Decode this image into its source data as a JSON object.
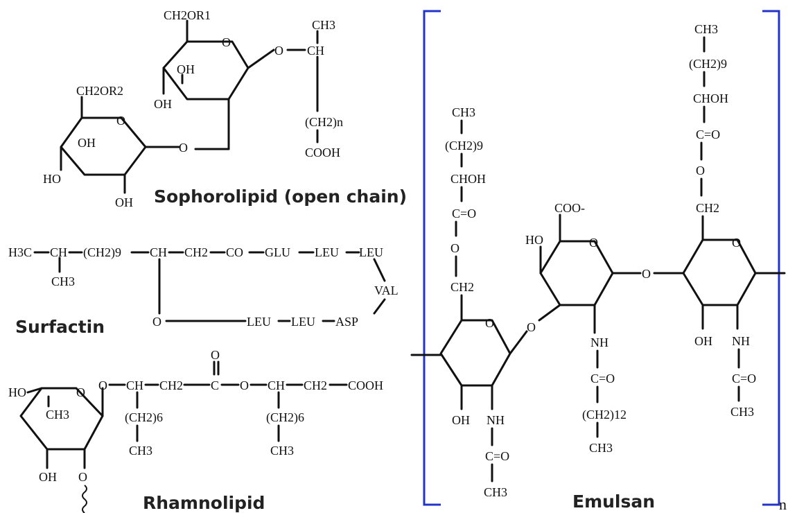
{
  "labels": {
    "sophorolipid": "Sophorolipid (open chain)",
    "surfactin": "Surfactin",
    "rhamnolipid": "Rhamnolipid",
    "emulsan": "Emulsan",
    "repeat_n": "n"
  },
  "sophorolipid": {
    "ch2or1": "CH2OR1",
    "ch2or2": "CH2OR2",
    "ch3": "CH3",
    "ch": "CH",
    "ch2n": "(CH2)n",
    "cooh": "COOH",
    "oh_upper_1": "OH",
    "oh_upper_2": "OH",
    "oh_lower_1": "OH",
    "ho_lower": "HO",
    "oh_lower_2": "OH",
    "o_link_top": "O",
    "o_link_bottom": "O"
  },
  "surfactin": {
    "h3c": "H3C",
    "ch_1": "CH",
    "ch3": "CH3",
    "ch2_9": "(CH2)9",
    "ch_2": "CH",
    "ch2": "CH2",
    "co": "CO",
    "glu": "GLU",
    "leu_1": "LEU",
    "leu_2": "LEU",
    "val": "VAL",
    "o": "O",
    "leu_3": "LEU",
    "leu_4": "LEU",
    "asp": "ASP"
  },
  "rhamnolipid": {
    "ho": "HO",
    "ch3": "CH3",
    "oh": "OH",
    "o_ring": "O",
    "o_link": "O",
    "o_bottom": "O",
    "ch_1": "CH",
    "ch2_1": "CH2",
    "c": "C",
    "o_carbonyl": "O",
    "o_ester": "O",
    "ch_2": "CH",
    "ch2_2": "CH2",
    "cooh": "COOH",
    "ch2_6_a": "(CH2)6",
    "ch3_a": "CH3",
    "ch2_6_b": "(CH2)6",
    "ch3_b": "CH3"
  },
  "emulsan": {
    "left_chain": [
      "CH3",
      "(CH2)9",
      "CHOH",
      "C=O",
      "O",
      "CH2"
    ],
    "right_chain": [
      "CH3",
      "(CH2)9",
      "CHOH",
      "C=O",
      "O",
      "CH2"
    ],
    "coo": "COO-",
    "ho": "HO",
    "oh_1": "OH",
    "oh_2": "OH",
    "nh_1": "NH",
    "nh_2": "NH",
    "nh_3": "NH",
    "c_eq_o_1": "C=O",
    "c_eq_o_2": "C=O",
    "c_eq_o_3": "C=O",
    "ch3_1": "CH3",
    "ch3_2": "CH3",
    "ch3_3": "CH3",
    "ch2_12": "(CH2)12",
    "o_glyco_1": "O",
    "o_glyco_2": "O"
  },
  "colors": {
    "bracket": "#2233cc",
    "ink": "#111111"
  }
}
